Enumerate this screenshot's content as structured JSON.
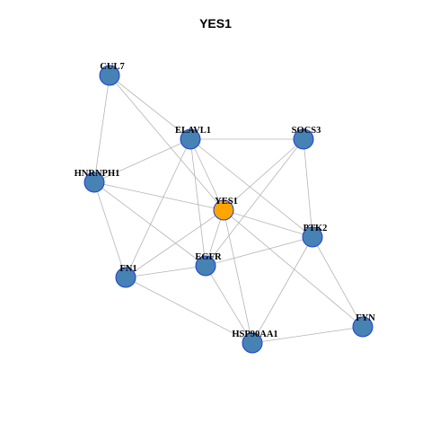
{
  "title": "YES1",
  "colors": {
    "background": "#ffffff",
    "node_default": "#4682b4",
    "node_focus": "#ffa500",
    "node_border": "#1f3fd1",
    "edge": "#b4b4b4",
    "text": "#000000"
  },
  "nodes": [
    {
      "id": "CUL7",
      "label": "CUL7",
      "focus": false
    },
    {
      "id": "ELAVL1",
      "label": "ELAVL1",
      "focus": false
    },
    {
      "id": "SOCS3",
      "label": "SOCS3",
      "focus": false
    },
    {
      "id": "HNRNPH1",
      "label": "HNRNPH1",
      "focus": false
    },
    {
      "id": "YES1",
      "label": "YES1",
      "focus": true
    },
    {
      "id": "PTK2",
      "label": "PTK2",
      "focus": false
    },
    {
      "id": "EGFR",
      "label": "EGFR",
      "focus": false
    },
    {
      "id": "FN1",
      "label": "FN1",
      "focus": false
    },
    {
      "id": "FYN",
      "label": "FYN",
      "focus": false
    },
    {
      "id": "HSP90AA1",
      "label": "HSP90AA1",
      "focus": false
    }
  ],
  "edges": [
    [
      "CUL7",
      "HNRNPH1"
    ],
    [
      "CUL7",
      "ELAVL1"
    ],
    [
      "CUL7",
      "YES1"
    ],
    [
      "ELAVL1",
      "SOCS3"
    ],
    [
      "ELAVL1",
      "HNRNPH1"
    ],
    [
      "ELAVL1",
      "YES1"
    ],
    [
      "ELAVL1",
      "FN1"
    ],
    [
      "ELAVL1",
      "PTK2"
    ],
    [
      "ELAVL1",
      "EGFR"
    ],
    [
      "SOCS3",
      "YES1"
    ],
    [
      "SOCS3",
      "PTK2"
    ],
    [
      "SOCS3",
      "EGFR"
    ],
    [
      "HNRNPH1",
      "YES1"
    ],
    [
      "HNRNPH1",
      "FN1"
    ],
    [
      "HNRNPH1",
      "EGFR"
    ],
    [
      "YES1",
      "PTK2"
    ],
    [
      "YES1",
      "EGFR"
    ],
    [
      "YES1",
      "FN1"
    ],
    [
      "YES1",
      "HSP90AA1"
    ],
    [
      "YES1",
      "FYN"
    ],
    [
      "PTK2",
      "EGFR"
    ],
    [
      "PTK2",
      "FYN"
    ],
    [
      "PTK2",
      "HSP90AA1"
    ],
    [
      "EGFR",
      "FN1"
    ],
    [
      "EGFR",
      "HSP90AA1"
    ],
    [
      "FN1",
      "HSP90AA1"
    ],
    [
      "HSP90AA1",
      "FYN"
    ]
  ]
}
